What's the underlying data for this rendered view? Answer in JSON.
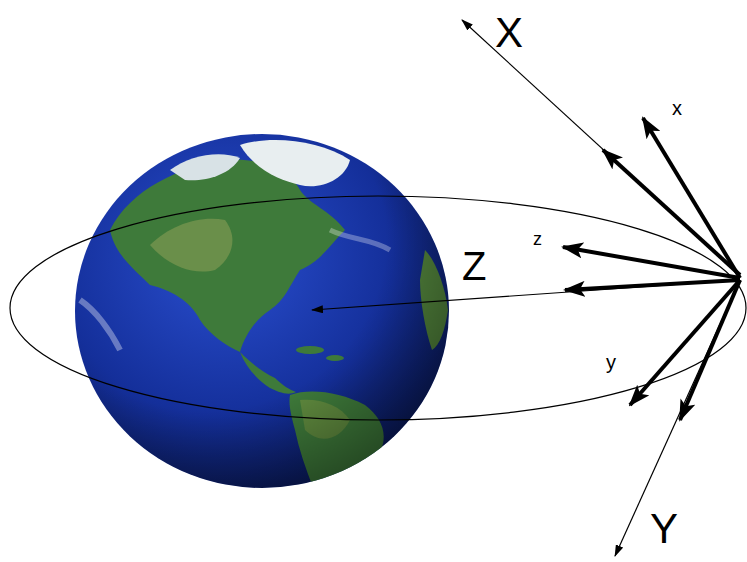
{
  "diagram": {
    "labels": [
      "X",
      "x",
      "z",
      "Z",
      "y",
      "Y"
    ]
  }
}
